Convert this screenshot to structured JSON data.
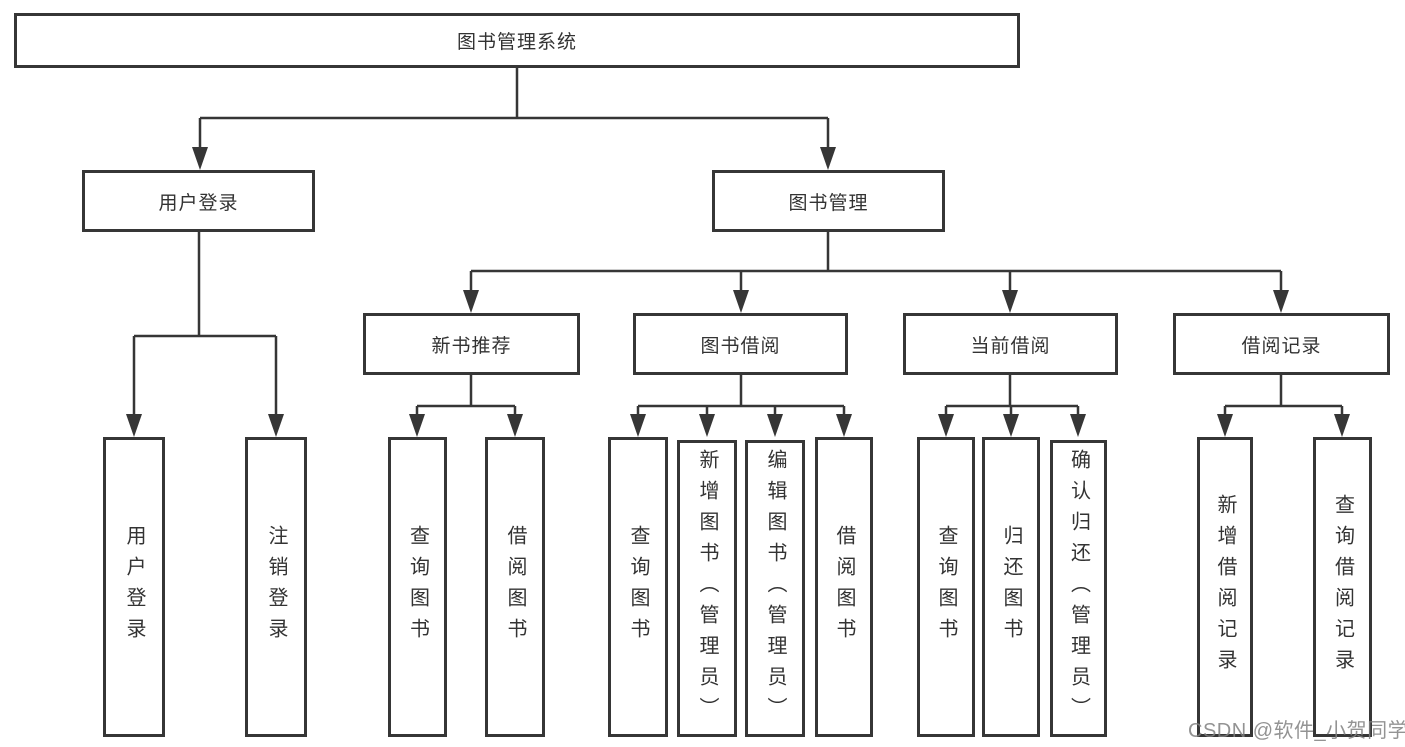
{
  "diagram_title": "图书管理系统",
  "colors": {
    "line": "#363636",
    "text": "#333333",
    "background": "#ffffff",
    "watermark_gray": "#808080"
  },
  "tree": {
    "root": {
      "label": "图书管理系统",
      "children": [
        {
          "label": "用户登录",
          "children": [
            {
              "label": "用户登录"
            },
            {
              "label": "注销登录"
            }
          ]
        },
        {
          "label": "图书管理",
          "children": [
            {
              "label": "新书推荐",
              "children": [
                {
                  "label": "查询图书"
                },
                {
                  "label": "借阅图书"
                }
              ]
            },
            {
              "label": "图书借阅",
              "children": [
                {
                  "label": "查询图书"
                },
                {
                  "label": "新增图书（管理员）"
                },
                {
                  "label": "编辑图书（管理员）"
                },
                {
                  "label": "借阅图书"
                }
              ]
            },
            {
              "label": "当前借阅",
              "children": [
                {
                  "label": "查询图书"
                },
                {
                  "label": "归还图书"
                },
                {
                  "label": "确认归还（管理员）"
                }
              ]
            },
            {
              "label": "借阅记录",
              "children": [
                {
                  "label": "新增借阅记录"
                },
                {
                  "label": "查询借阅记录"
                }
              ]
            }
          ]
        }
      ]
    }
  },
  "watermark": "CSDN @软件_小贺同学"
}
